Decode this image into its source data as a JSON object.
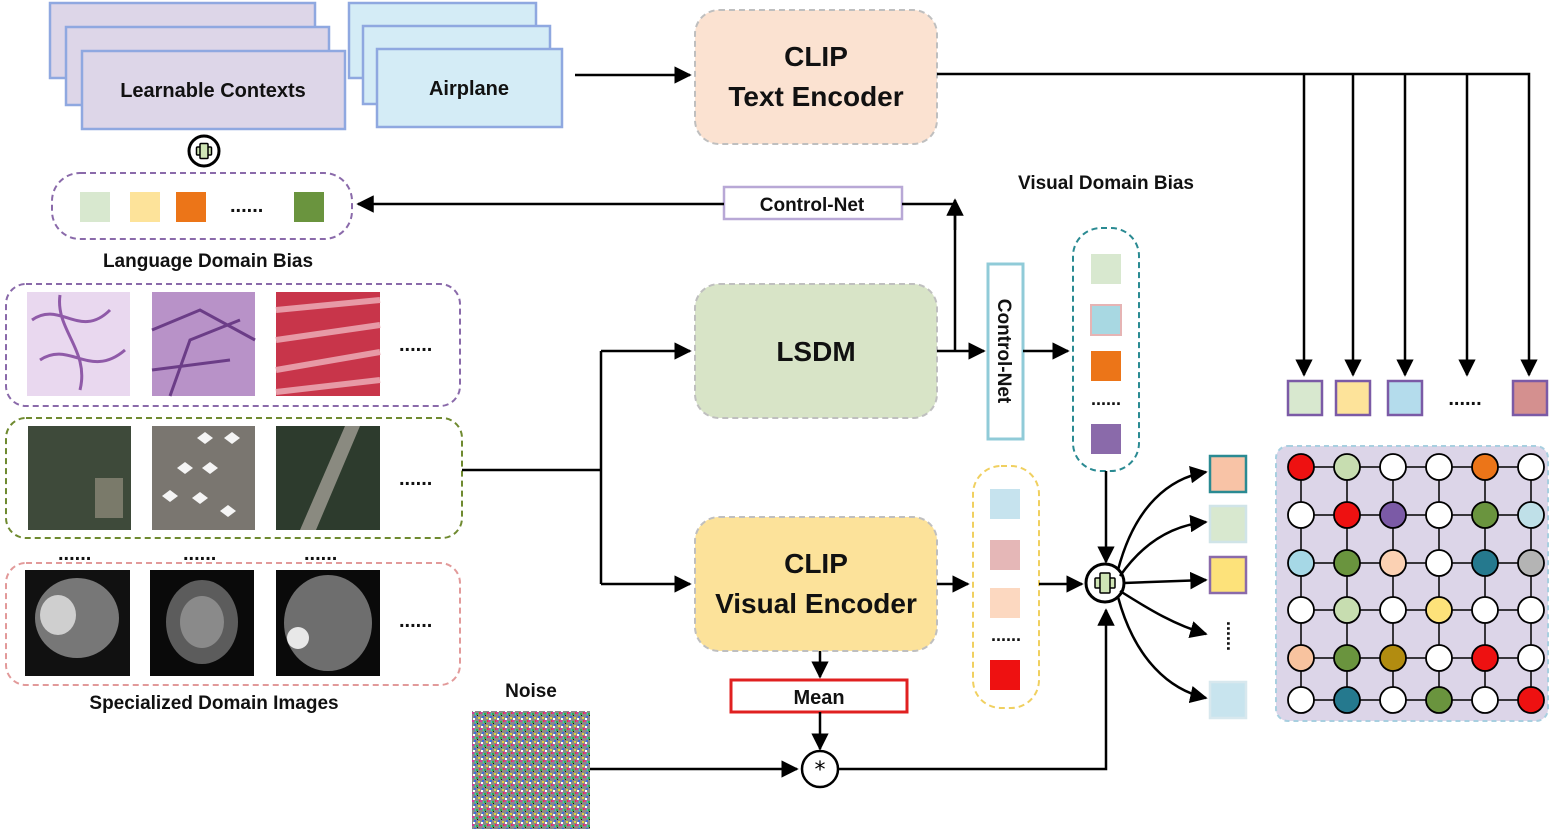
{
  "text": {
    "learnable_contexts": "Learnable Contexts",
    "airplane": "Airplane",
    "clip_text_1": "CLIP",
    "clip_text_2": "Text Encoder",
    "control_net_h": "Control-Net",
    "control_net_v": "Control-Net",
    "language_domain_bias": "Language Domain Bias",
    "visual_domain_bias": "Visual Domain Bias",
    "lsdm": "LSDM",
    "clip_visual_1": "CLIP",
    "clip_visual_2": "Visual Encoder",
    "mean": "Mean",
    "noise": "Noise",
    "specialized_domain_images": "Specialized Domain Images",
    "ellipsis": "......"
  },
  "colors": {
    "context_fill": "#ddd6e8",
    "airplane_fill": "#d4ecf6",
    "clip_text_fill": "#fbe2d1",
    "lsdm_fill": "#d8e4c7",
    "clip_visual_fill": "#fce29a",
    "grid_bg": "#dcd5e8",
    "mean_border": "#e02020"
  },
  "language_bias_squares": [
    "#d8e8cf",
    "#fde39a",
    "#ec7518",
    "#6a943e"
  ],
  "visual_bias_squares": [
    "#d8e8cf",
    "#a8d8e2",
    "#ec7518",
    "#8a6aaa"
  ],
  "clip_visual_squares": [
    "#c6e3ee",
    "#e5b7b7",
    "#fcd8c0",
    "#ee1111"
  ],
  "text_feature_squares": [
    "#d8e8cf",
    "#fde39a",
    "#b4dcec",
    "#d4908f"
  ],
  "fused_squares": [
    "#f8c3a6",
    "#d8e8cf",
    "#fde27a",
    "#c8e4ee"
  ],
  "graph_grid": [
    [
      "#ee1111",
      "#c7ddb0",
      "#ffffff",
      "#ffffff",
      "#ec7518",
      "#ffffff"
    ],
    [
      "#ffffff",
      "#ee1111",
      "#7b5aa6",
      "#ffffff",
      "#6a943e",
      "#bfe0e8"
    ],
    [
      "#a6d8e6",
      "#6a943e",
      "#fbd1b3",
      "#ffffff",
      "#25798e",
      "#b4b4b4"
    ],
    [
      "#ffffff",
      "#c7ddb0",
      "#ffffff",
      "#fde27a",
      "#ffffff",
      "#ffffff"
    ],
    [
      "#f8c39f",
      "#6a943e",
      "#b28c10",
      "#ffffff",
      "#ee1111",
      "#ffffff"
    ],
    [
      "#ffffff",
      "#25798e",
      "#ffffff",
      "#6a943e",
      "#ffffff",
      "#ee1111"
    ]
  ]
}
